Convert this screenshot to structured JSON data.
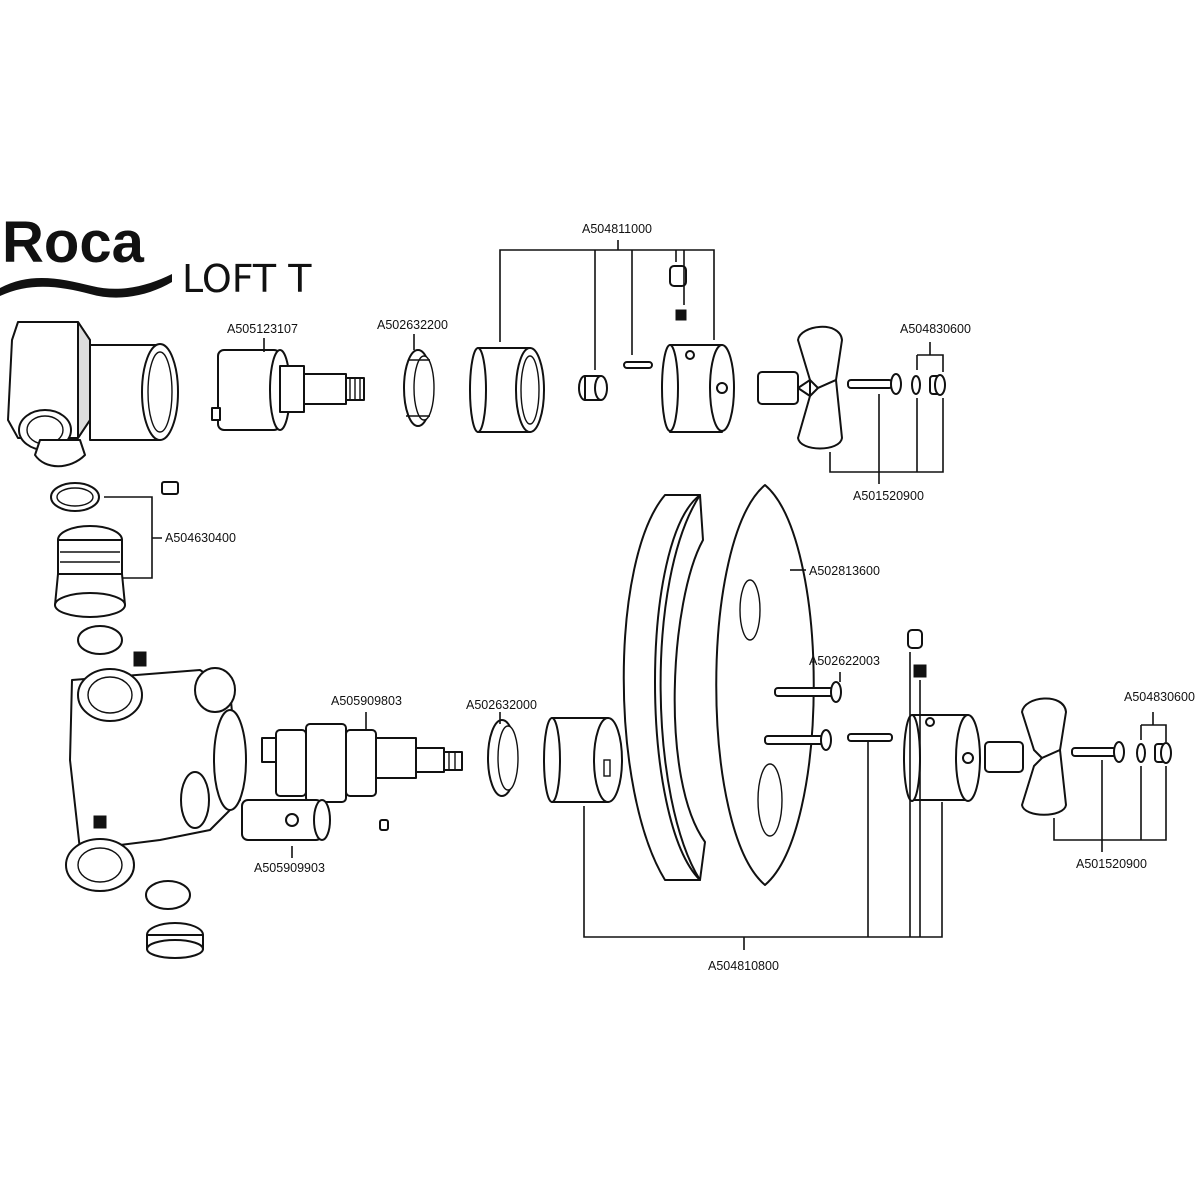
{
  "brand": {
    "name": "Roca",
    "model": "LOFT T"
  },
  "parts": {
    "p1": "A504811000",
    "p2": "A505123107",
    "p3": "A502632200",
    "p4": "A504830600",
    "p5": "A501520900",
    "p6": "A504630400",
    "p7": "A502813600",
    "p8": "A502622003",
    "p9": "A505909803",
    "p10": "A502632000",
    "p11": "A504830600",
    "p12": "A505909903",
    "p13": "A501520900",
    "p14": "A504810800"
  }
}
